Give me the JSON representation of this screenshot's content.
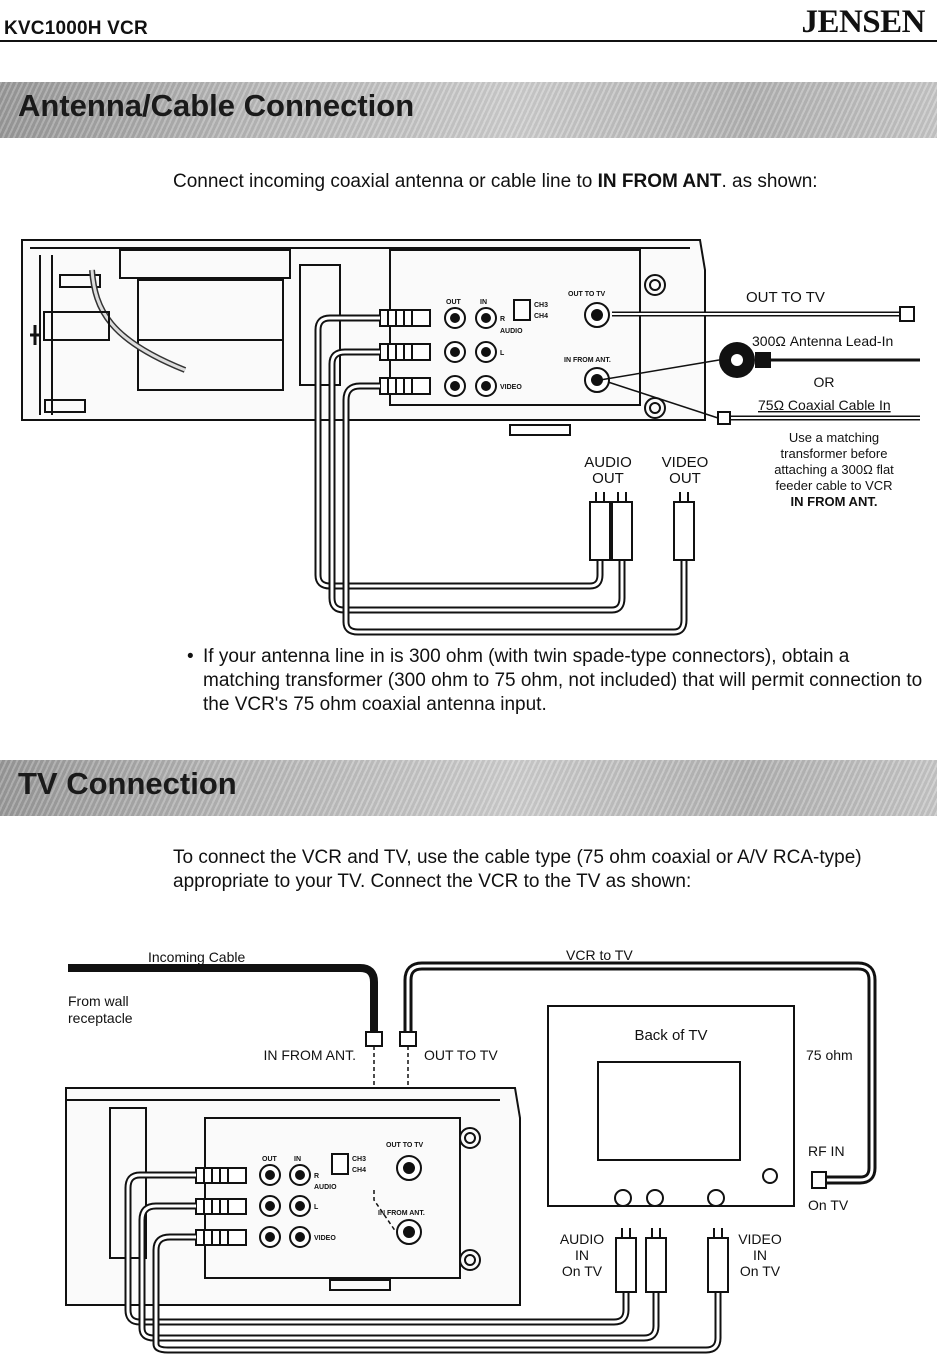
{
  "header": {
    "model": "KVC1000H VCR",
    "brand": "JENSEN"
  },
  "section1": {
    "title": "Antenna/Cable Connection",
    "intro_plain": "Connect incoming coaxial antenna or cable line to ",
    "intro_bold": "IN FROM ANT",
    "intro_end": ". as shown:",
    "diagram": {
      "out_to_tv": "OUT TO TV",
      "lead_in": "300Ω Antenna Lead-In",
      "or": "OR",
      "coax": "75Ω Coaxial Cable In",
      "note_lines": [
        "Use a matching",
        "transformer before",
        "attaching a 300Ω flat",
        "feeder cable to VCR"
      ],
      "note_bold": "IN FROM ANT.",
      "audio_out": [
        "AUDIO",
        "OUT"
      ],
      "video_out": [
        "VIDEO",
        "OUT"
      ],
      "panel_out": "OUT",
      "panel_in": "IN",
      "panel_audio": "AUDIO",
      "panel_r": "R",
      "panel_l": "L",
      "panel_video": "VIDEO",
      "panel_out_to_tv": "OUT TO TV",
      "panel_in_from_ant": "IN FROM ANT.",
      "panel_ch3": "CH3",
      "panel_ch4": "CH4"
    },
    "bullet": "If your antenna line in is 300 ohm (with twin spade-type connectors), obtain a matching transformer (300 ohm to 75 ohm, not included) that will permit connection to the VCR's 75 ohm coaxial antenna input."
  },
  "section2": {
    "title": "TV Connection",
    "intro": "To connect the VCR and TV, use the cable type (75 ohm coaxial or A/V RCA-type) appropriate to your TV. Connect the VCR to the TV as shown:",
    "diagram": {
      "incoming_cable": "Incoming Cable",
      "vcr_to_tv": "VCR to TV",
      "from_wall": [
        "From wall",
        "receptacle"
      ],
      "in_from_ant": "IN FROM ANT.",
      "out_to_tv": "OUT TO TV",
      "back_of_tv": "Back of TV",
      "ohm75": "75 ohm",
      "rf_in": "RF IN",
      "on_tv": "On TV",
      "audio_in": [
        "AUDIO",
        "IN",
        "On TV"
      ],
      "video_in": [
        "VIDEO",
        "IN",
        "On TV"
      ],
      "panel_out": "OUT",
      "panel_in": "IN",
      "panel_audio": "AUDIO",
      "panel_r": "R",
      "panel_l": "L",
      "panel_video": "VIDEO",
      "panel_out_to_tv": "OUT TO TV",
      "panel_in_from_ant": "IN FROM ANT.",
      "panel_ch3": "CH3",
      "panel_ch4": "CH4"
    }
  }
}
